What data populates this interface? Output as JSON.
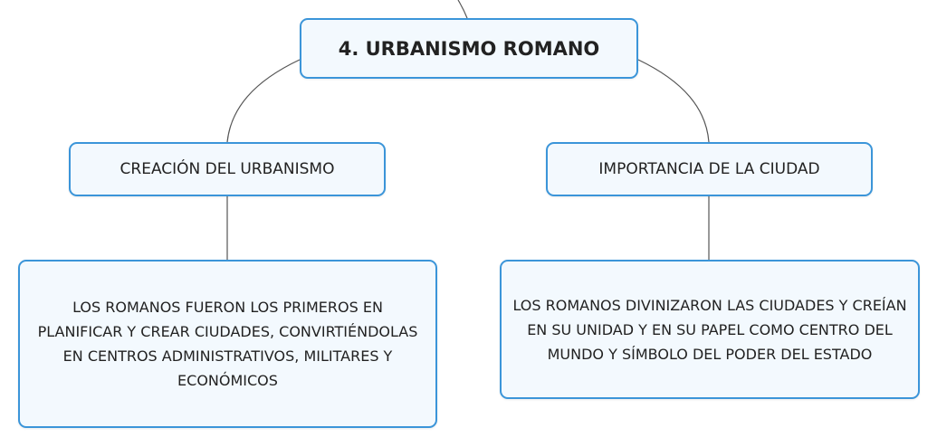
{
  "diagram": {
    "root": {
      "label": "4. URBANISMO ROMANO"
    },
    "branches": [
      {
        "label": "CREACIÓN DEL URBANISMO",
        "detail": "LOS ROMANOS FUERON LOS PRIMEROS EN PLANIFICAR Y CREAR CIUDADES, CONVIRTIÉNDOLAS EN CENTROS ADMINISTRATIVOS, MILITARES Y ECONÓMICOS"
      },
      {
        "label": "IMPORTANCIA DE LA CIUDAD",
        "detail": "LOS ROMANOS DIVINIZARON LAS CIUDADES Y CREÍAN EN SU UNIDAD Y EN SU PAPEL COMO CENTRO DEL MUNDO Y SÍMBOLO DEL PODER DEL ESTADO"
      }
    ]
  },
  "colors": {
    "node_border": "#3b95d9",
    "node_fill": "#f3f9fe",
    "connector": "#555555",
    "text": "#222222"
  }
}
